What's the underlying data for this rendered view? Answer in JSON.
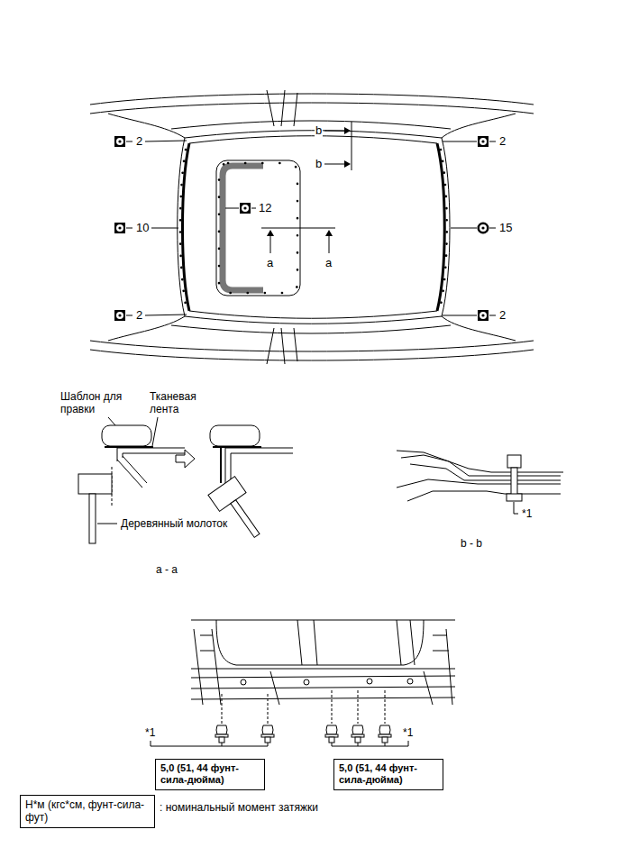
{
  "diagram": {
    "nodes": [
      {
        "text": [
          "5,0 (51, 44 фунт-сила-дюйма)"
        ]
      },
      {
        "text": [
          "5,0 (51, 44 фунт-сила-дюйма)"
        ]
      },
      {
        "text": [
          "Н*м (кгс*см, фунт-сила-фут)"
        ]
      }
    ],
    "labels": [
      "2",
      "b",
      "2",
      "b",
      "12",
      "10",
      "15",
      "a",
      "a",
      "2",
      "2",
      "Шаблон для правки",
      "Тканевая лента",
      "*1",
      "Деревянный молоток",
      "b - b",
      "a - a",
      "*1",
      "*1",
      ": номинальный момент затяжки"
    ]
  }
}
